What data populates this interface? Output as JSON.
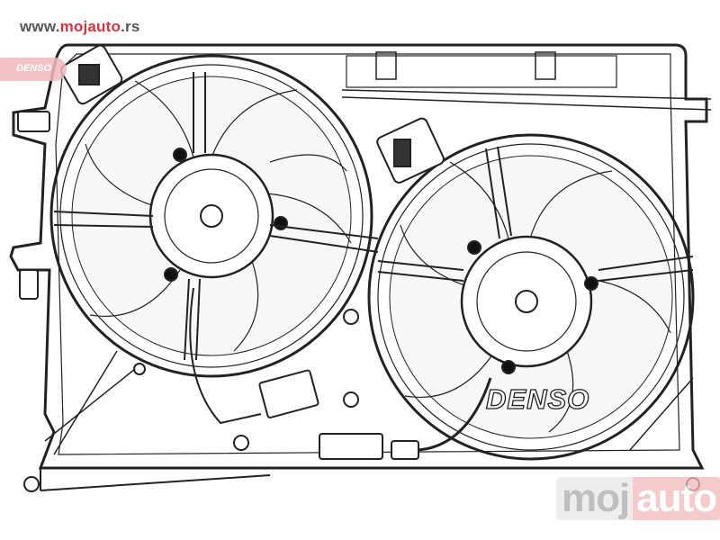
{
  "site": {
    "prefix": "www.",
    "brand": "mojauto",
    "suffix": ".rs"
  },
  "badge": {
    "label": "DENSO"
  },
  "product": {
    "brand_label": "DENSO"
  },
  "watermark": {
    "part1": "moj",
    "part2": "auto"
  },
  "colors": {
    "accent": "#e0303a",
    "line": "#222222",
    "watermark_red": "#f1b9b9",
    "watermark_gray": "#e8e8e8"
  }
}
